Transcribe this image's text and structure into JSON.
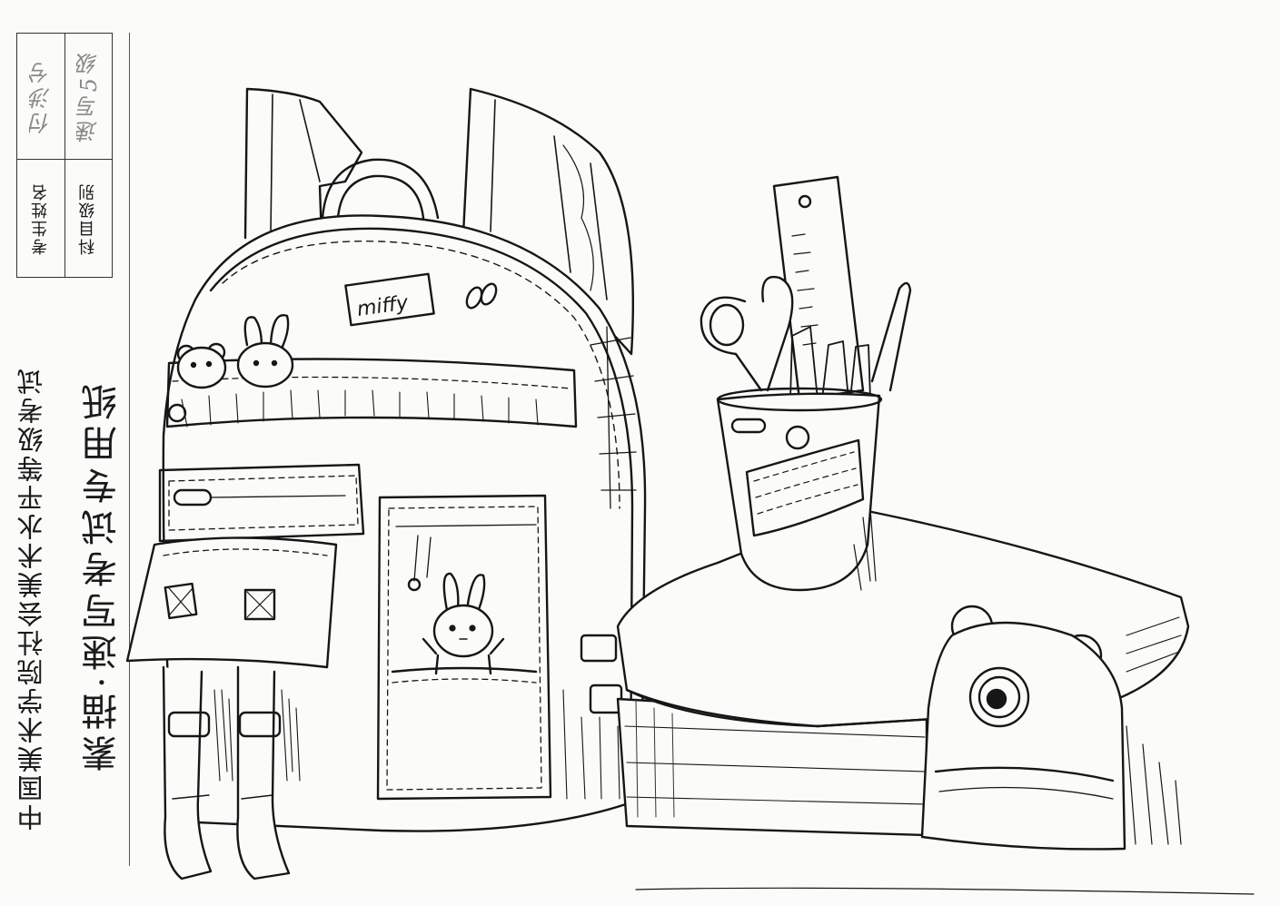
{
  "exam_title": "中国美术学院社会美术水平等级考试",
  "paper_title": "素描·速写考试专用纸",
  "info_table": {
    "name_label": "考生姓名",
    "name_value": "付涉兮",
    "subject_label": "科目级别",
    "subject_value": "速写5级"
  },
  "drawing": {
    "bag_label": "miffy",
    "ink_color": "#161616",
    "paper_color": "#fbfbf9"
  }
}
